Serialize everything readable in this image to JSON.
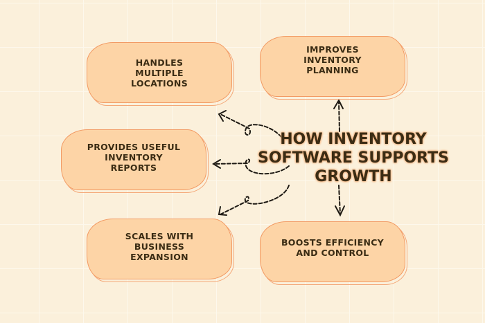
{
  "title": "HOW INVENTORY\nSOFTWARE SUPPORTS\nGROWTH",
  "cards": [
    {
      "label": "HANDLES\nMULTIPLE\nLOCATIONS"
    },
    {
      "label": "IMPROVES\nINVENTORY\nPLANNING"
    },
    {
      "label": "PROVIDES USEFUL\nINVENTORY\nREPORTS"
    },
    {
      "label": "SCALES WITH\nBUSINESS\nEXPANSION"
    },
    {
      "label": "BOOSTS EFFICIENCY\nAND CONTROL"
    }
  ],
  "colors": {
    "card_fill": "#fdd4a6",
    "card_border": "#f29a63",
    "text": "#3b2c14",
    "background": "#fbf0db"
  }
}
